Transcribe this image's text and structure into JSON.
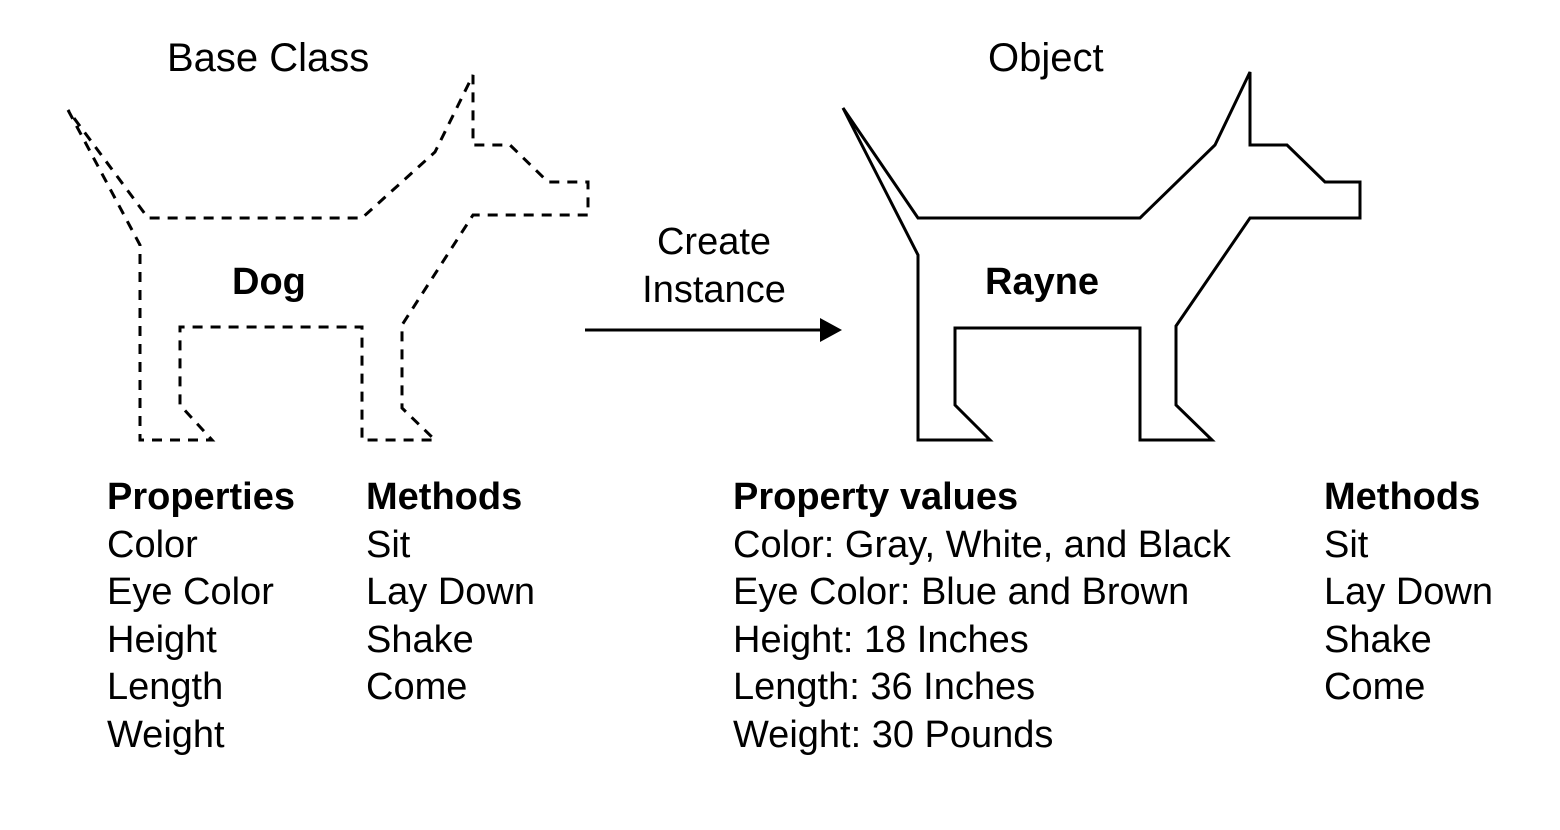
{
  "base_class": {
    "caption": "Base Class",
    "name": "Dog",
    "properties": {
      "heading": "Properties",
      "items": [
        "Color",
        "Eye Color",
        "Height",
        "Length",
        "Weight"
      ]
    },
    "methods": {
      "heading": "Methods",
      "items": [
        "Sit",
        "Lay Down",
        "Shake",
        "Come"
      ]
    }
  },
  "arrow": {
    "label_line1": "Create",
    "label_line2": "Instance"
  },
  "object": {
    "caption": "Object",
    "name": "Rayne",
    "property_values": {
      "heading": "Property values",
      "items": [
        "Color: Gray, White, and Black",
        "Eye Color: Blue and Brown",
        "Height: 18 Inches",
        "Length: 36 Inches",
        "Weight: 30 Pounds"
      ]
    },
    "methods": {
      "heading": "Methods",
      "items": [
        "Sit",
        "Lay Down",
        "Shake",
        "Come"
      ]
    }
  }
}
